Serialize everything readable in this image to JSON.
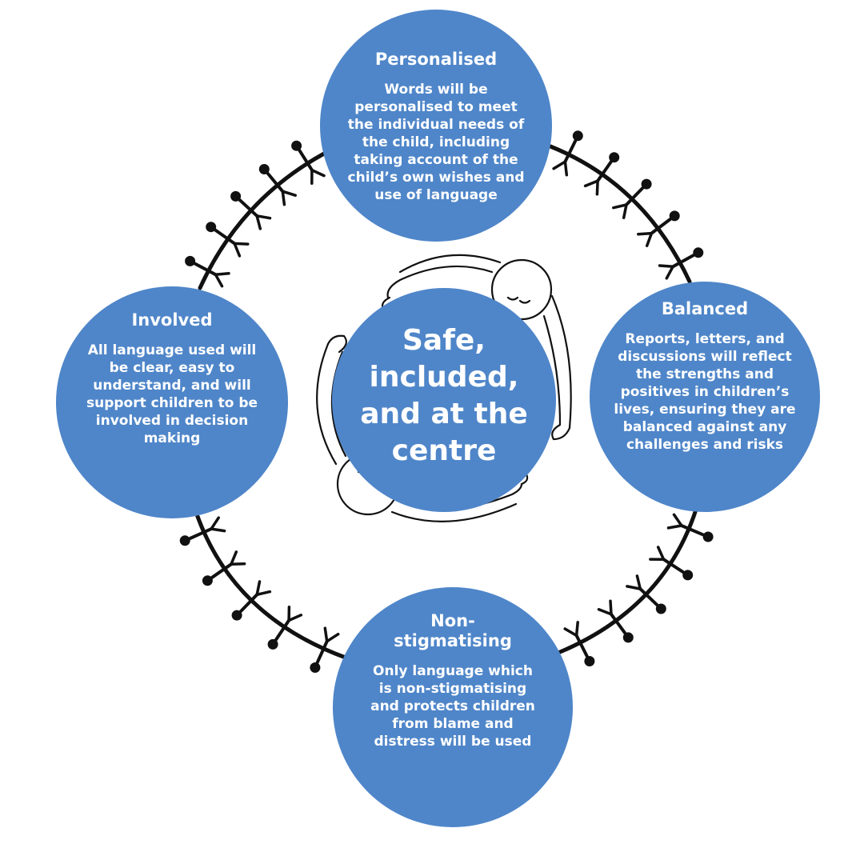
{
  "centre": {
    "text": "Safe, included, and at the centre"
  },
  "principles": {
    "personalised": {
      "title": "Personalised",
      "body": "Words will be personalised to meet the individual needs of the child, including taking account of the child’s own wishes and use of language"
    },
    "balanced": {
      "title": "Balanced",
      "body": "Reports, letters, and discussions will reflect the strengths and positives in children’s lives, ensuring they are balanced against any challenges and risks"
    },
    "involved": {
      "title": "Involved",
      "body": "All language used will be clear, easy to understand, and will support children to be involved in decision making"
    },
    "non_stigmatising": {
      "title": "Non-stigmatising",
      "body": "Only language which is non-stigmatising and protects children from blame and distress will be used"
    }
  },
  "colors": {
    "circle_fill": "#4f86c9",
    "text": "#ffffff",
    "ink": "#111111"
  },
  "icons": {
    "linking_figures": "people-holding-hands-icon",
    "embracing_figures": "two-people-hug-icon"
  }
}
